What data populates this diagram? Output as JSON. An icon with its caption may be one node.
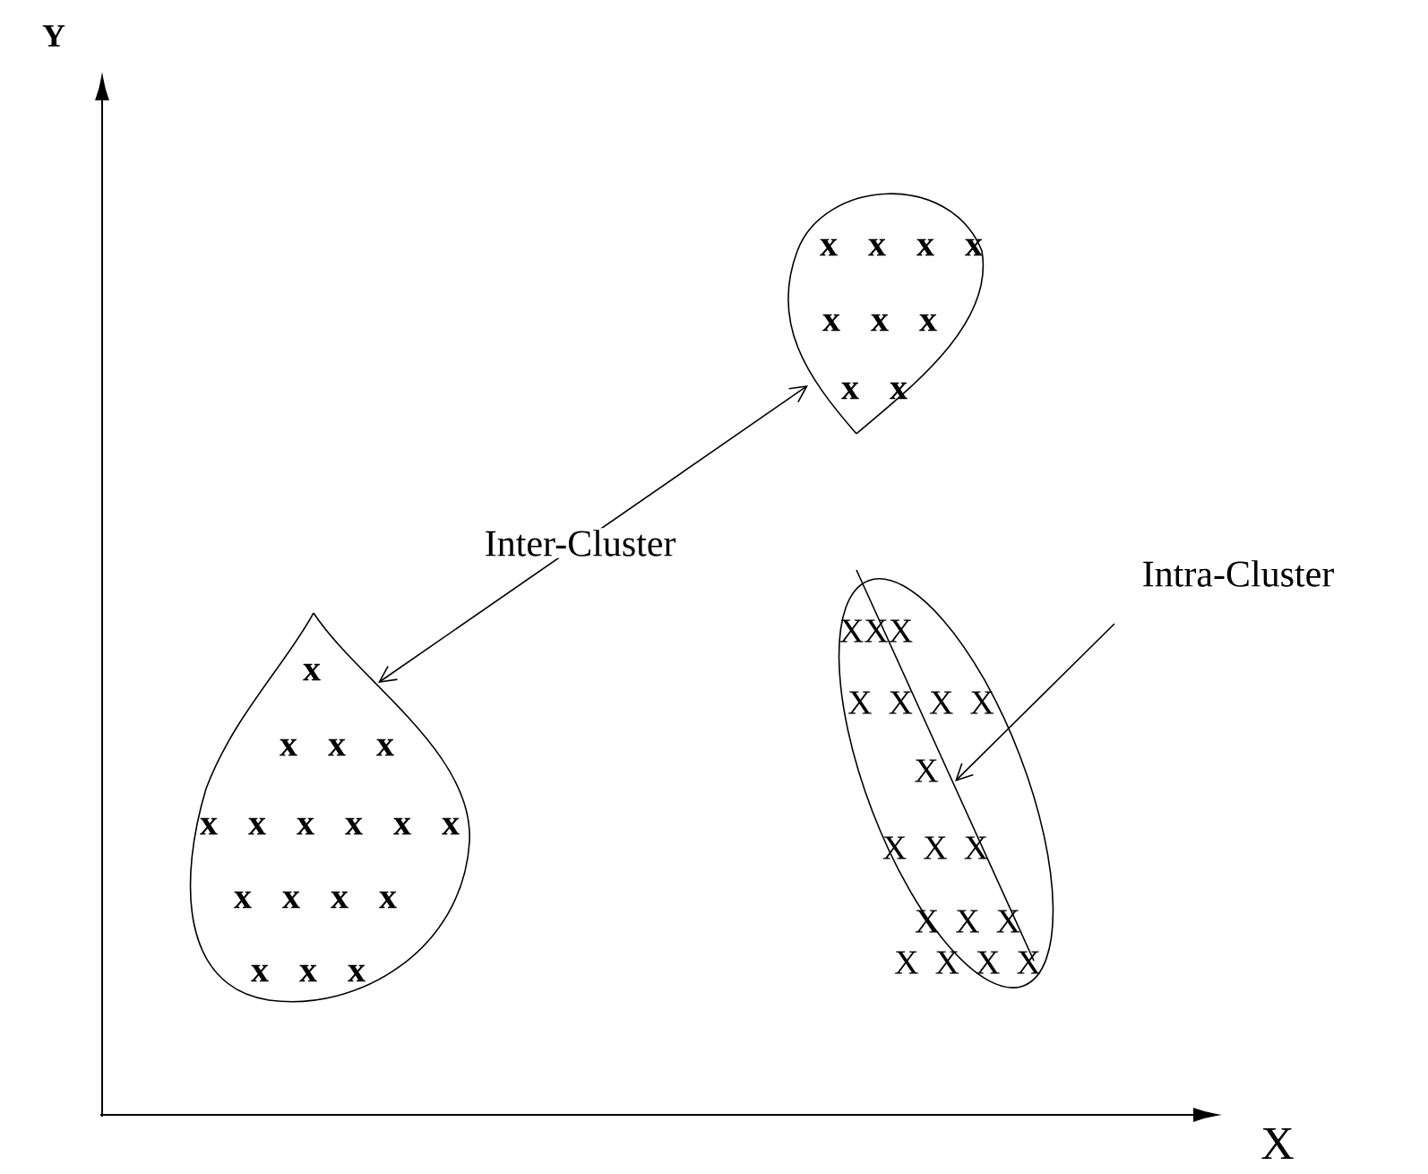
{
  "diagram": {
    "nodes": [
      {
        "text": [
          "x x x x",
          "x x x",
          "x x"
        ]
      },
      {
        "text": [
          "x",
          "x x x",
          "x x x x x x",
          "x x x x",
          "x x x"
        ]
      },
      {
        "text": [
          "XXX",
          "X X X X",
          "X",
          "X X X",
          "X X X",
          "X X X X"
        ]
      },
      {
        "text": [
          "Intra-Cluster"
        ]
      }
    ],
    "edges": [
      {
        "from": 1,
        "to": 0,
        "arrow": "both",
        "label": "Inter-Cluster"
      },
      {
        "from": 3,
        "to": 2,
        "arrow": "to"
      }
    ],
    "labels": [
      "Y",
      "X"
    ]
  }
}
